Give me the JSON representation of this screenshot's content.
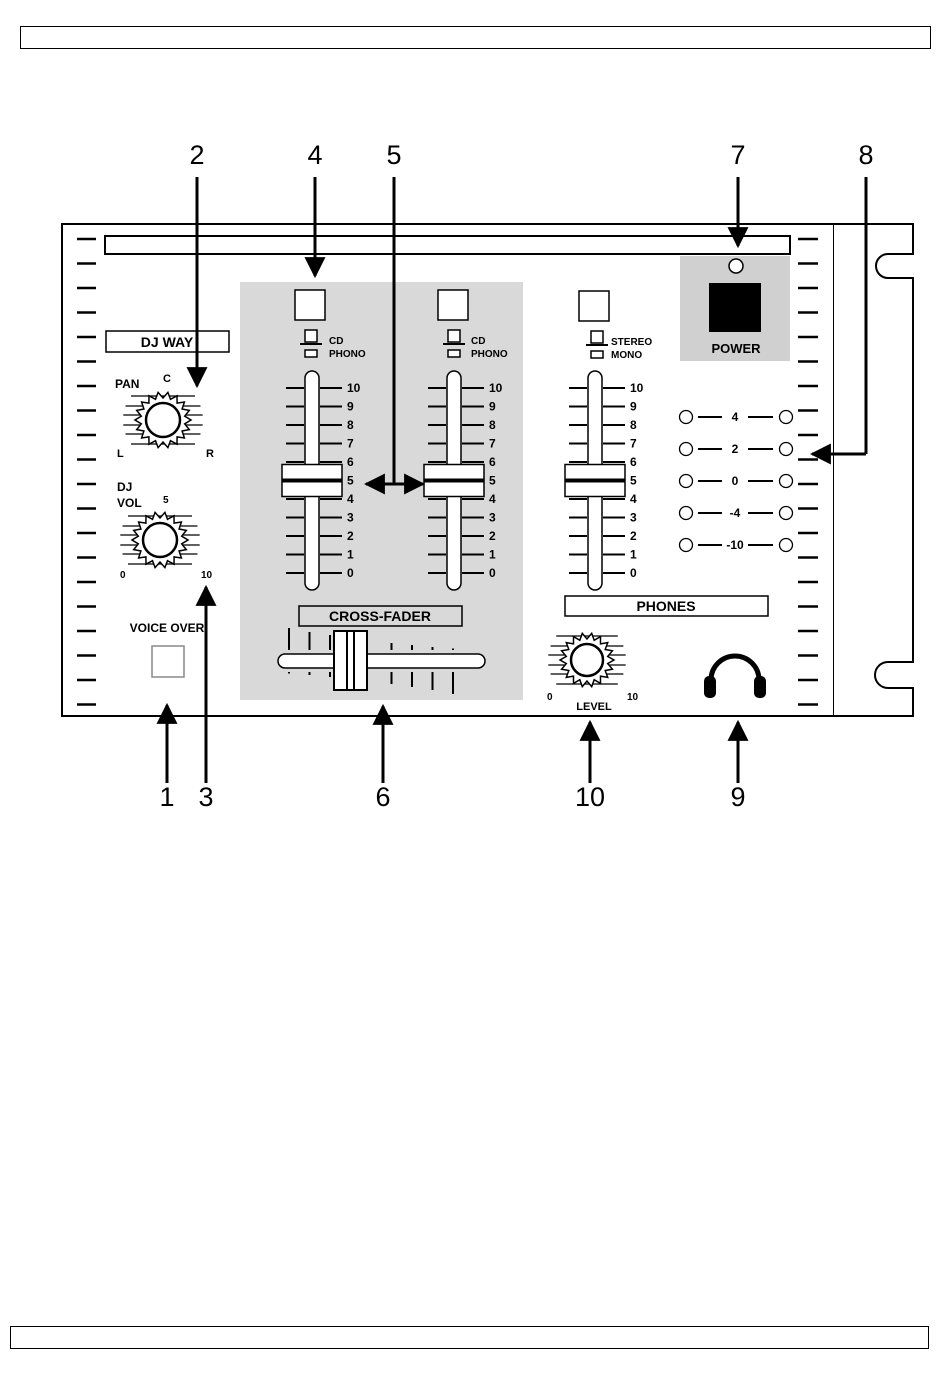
{
  "callouts": {
    "n1": "1",
    "n2": "2",
    "n3": "3",
    "n4": "4",
    "n5": "5",
    "n6": "6",
    "n7": "7",
    "n8": "8",
    "n9": "9",
    "n10": "10"
  },
  "labels": {
    "dj_way": "DJ WAY",
    "pan": "PAN",
    "pan_c": "C",
    "pan_l": "L",
    "pan_r": "R",
    "dj": "DJ",
    "vol": "VOL",
    "vol_mid": "5",
    "vol_min": "0",
    "vol_max": "10",
    "voice_over": "VOICE OVER",
    "cd": "CD",
    "phono": "PHONO",
    "stereo": "STEREO",
    "mono": "MONO",
    "cross_fader": "CROSS-FADER",
    "power": "POWER",
    "phones": "PHONES",
    "level": "LEVEL",
    "level_min": "0",
    "level_max": "10"
  },
  "fader_scale": [
    "10",
    "9",
    "8",
    "7",
    "6",
    "5",
    "4",
    "3",
    "2",
    "1",
    "0"
  ],
  "fader_positions": {
    "ch1": 5,
    "ch2": 5,
    "phones": 5
  },
  "vu_levels": [
    "4",
    "2",
    "0",
    "-4",
    "-10"
  ],
  "colors": {
    "panel_shade": "#d9d9d9",
    "power_button": "#000000"
  }
}
